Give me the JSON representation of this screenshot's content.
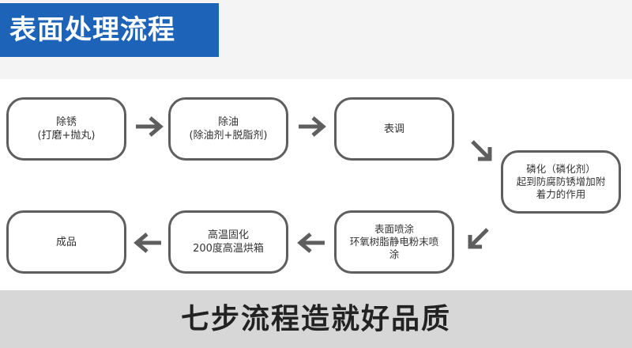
{
  "header": {
    "title": "表面处理流程"
  },
  "steps": [
    {
      "label": "除锈\n(打磨+抛丸)"
    },
    {
      "label": "除油\n(除油剂+脱脂剂)"
    },
    {
      "label": "表调"
    },
    {
      "label": "磷化（磷化剂）\n起到防腐防锈增加附\n着力的作用"
    },
    {
      "label": "表面喷涂\n环氧树脂静电粉末喷\n涂"
    },
    {
      "label": "高温固化\n200度高温烘箱"
    },
    {
      "label": "成品"
    }
  ],
  "footer": {
    "slogan": "七步流程造就好品质"
  },
  "colors": {
    "accent": "#1d63b8",
    "border": "#5e5e5e",
    "arrow": "#5e5e5e",
    "footer_bg": "#d7d7d7"
  }
}
